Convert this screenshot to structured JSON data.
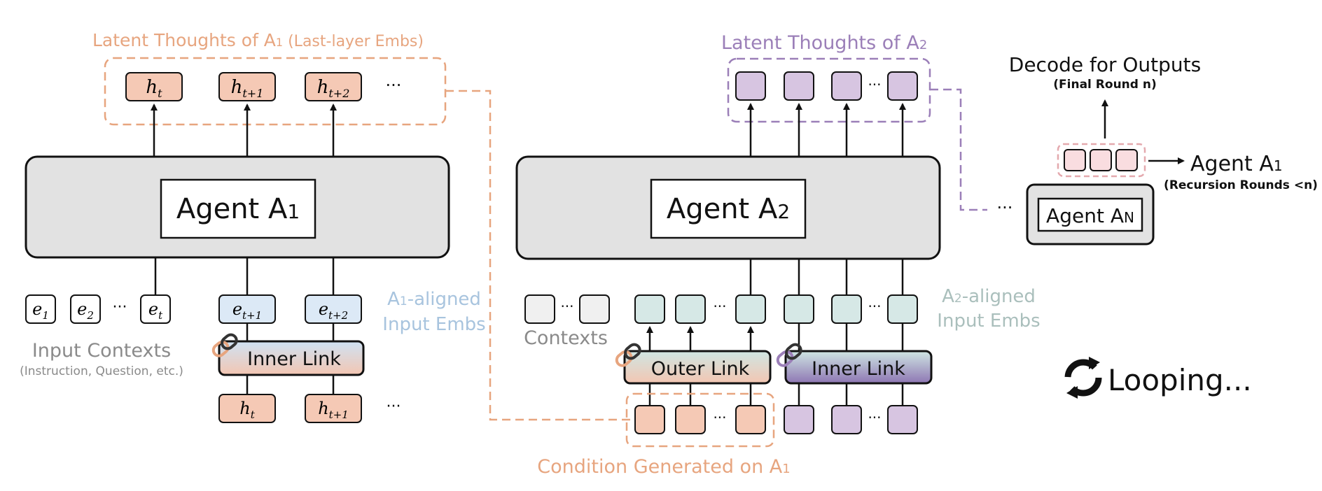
{
  "colors": {
    "salmon": "#e7a57f",
    "salmon_fill": "#f5c9b5",
    "purple": "#9b7fb8",
    "purple_fill": "#d7c5e1",
    "teal_fill": "#d6e8e6",
    "blue_fill": "#dce9f6",
    "blue_text": "#a8c4de",
    "teal_text": "#aabfbc",
    "gray_text": "#8a8a8a",
    "agent_fill": "#e2e2e2",
    "pink_fill": "#f9dde0",
    "pink_dash": "#e4a9ae"
  },
  "agent1": {
    "name_prefix": "Agent A",
    "name_sub": "1",
    "thoughts_title_prefix": "Latent Thoughts of A",
    "thoughts_title_sub": "1",
    "thoughts_title_suffix": " (Last-layer Embs)",
    "h_tokens": [
      {
        "base": "h",
        "sub": "t"
      },
      {
        "base": "h",
        "sub": "t+1"
      },
      {
        "base": "h",
        "sub": "t+2"
      }
    ],
    "ellipsis": "···",
    "e_tokens": [
      {
        "base": "e",
        "sub": "1"
      },
      {
        "base": "e",
        "sub": "2"
      },
      {
        "base": "e",
        "sub": "t"
      }
    ],
    "e_aligned_tokens": [
      {
        "base": "e",
        "sub": "t+1"
      },
      {
        "base": "e",
        "sub": "t+2"
      }
    ],
    "aligned_label_line1_prefix": "A",
    "aligned_label_line1_sub": "1",
    "aligned_label_line1_suffix": "-aligned",
    "aligned_label_line2": "Input Embs",
    "input_contexts": "Input Contexts",
    "input_contexts_sub": "(Instruction, Question, etc.)",
    "inner_link": "Inner Link",
    "input_h_tokens": [
      {
        "base": "h",
        "sub": "t"
      },
      {
        "base": "h",
        "sub": "t+1"
      }
    ]
  },
  "agent2": {
    "name_prefix": "Agent A",
    "name_sub": "2",
    "thoughts_title_prefix": "Latent Thoughts of A",
    "thoughts_title_sub": "2",
    "contexts": "Contexts",
    "outer_link": "Outer Link",
    "inner_link": "Inner Link",
    "aligned_label_line1_prefix": "A",
    "aligned_label_line1_sub": "2",
    "aligned_label_line1_suffix": "-aligned",
    "aligned_label_line2": "Input Embs",
    "condition_prefix": "Condition Generated on A",
    "condition_sub": "1"
  },
  "agentN": {
    "name_prefix": "Agent A",
    "name_sub": "N",
    "decode_title": "Decode for Outputs",
    "decode_sub": "(Final Round n)",
    "to_agent_prefix": "Agent A",
    "to_agent_sub": "1",
    "recursion": "(Recursion Rounds <n)",
    "ellipsis": "···"
  },
  "looping": "Looping..."
}
